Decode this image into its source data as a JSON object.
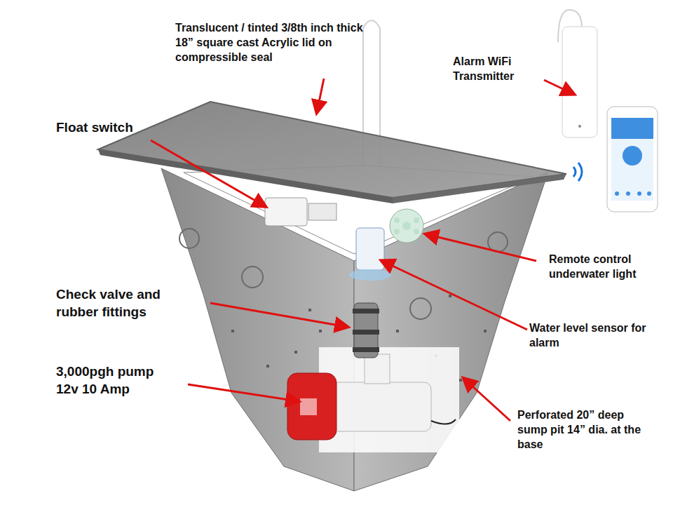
{
  "diagram": {
    "labels": [
      "Translucent / tinted 3/8th inch thick 18” square cast Acrylic lid on compressible seal",
      "Alarm WiFi Transmitter",
      "Float switch",
      "Remote control underwater light",
      "Check valve and rubber fittings",
      "Water level sensor for alarm",
      "3,000pgh pump 12v 10 Amp",
      "Perforated 20” deep sump pit 14” dia. at the base"
    ]
  }
}
